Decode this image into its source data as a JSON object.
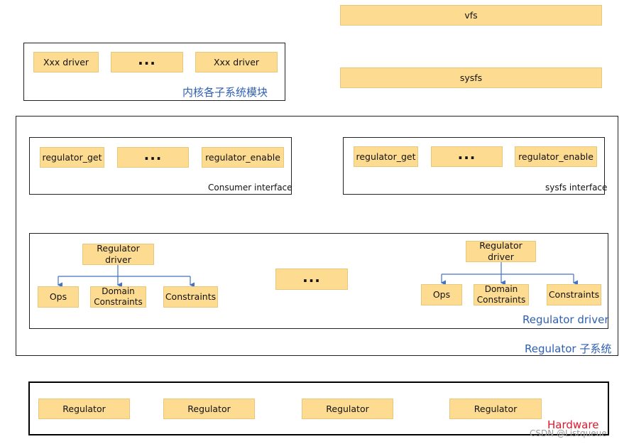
{
  "top": {
    "vfs": "vfs",
    "sysfs": "sysfs",
    "kernel_module": {
      "items": [
        "Xxx driver",
        "...",
        "Xxx driver"
      ],
      "label": "内核各子系统模块"
    }
  },
  "regulator_subsystem": {
    "label": "Regulator 子系统",
    "consumer_interface": {
      "items": [
        "regulator_get",
        "...",
        "regulator_enable"
      ],
      "label": "Consumer interface"
    },
    "sysfs_interface": {
      "items": [
        "regulator_get",
        "...",
        "regulator_enable"
      ],
      "label": "sysfs interface"
    },
    "regulator_driver": {
      "label": "Regulator driver",
      "middle": "...",
      "left": {
        "driver": "Regulator driver",
        "children": [
          "Ops",
          "Domain Constraints",
          "Constraints"
        ]
      },
      "right": {
        "driver": "Regulator driver",
        "children": [
          "Ops",
          "Domain Constraints",
          "Constraints"
        ]
      }
    }
  },
  "hardware": {
    "label": "Hardware",
    "items": [
      "Regulator",
      "Regulator",
      "Regulator",
      "Regulator"
    ]
  },
  "watermark": "CSDN @Listqueue",
  "colors": {
    "box_fill": "#fddb91",
    "blue_label": "#2f5fb3",
    "red_label": "#e0162b",
    "connector": "#4472c4"
  }
}
